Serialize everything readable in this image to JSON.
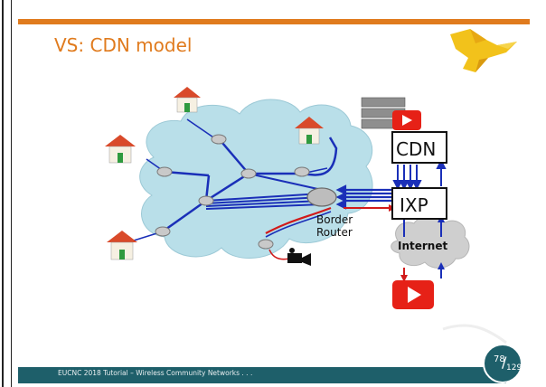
{
  "slide": {
    "title": "VS: CDN model",
    "footer": "EUCNC 2018 Tutorial – Wireless Community Networks . . .",
    "page_current": "78",
    "page_sep": "/",
    "page_total": "129"
  },
  "diagram": {
    "cdn_label": "CDN",
    "ixp_label": "IXP",
    "border_router_label_1": "Border",
    "border_router_label_2": "Router",
    "internet_label": "Internet"
  },
  "colors": {
    "accent": "#e07b1e",
    "footer": "#1e5f6a",
    "link_blue": "#1a2fb8",
    "link_red": "#d11a1a",
    "youtube_red": "#e62117",
    "cloud": "#b9dfe9"
  },
  "icons": [
    "house-icon",
    "router-icon",
    "server-icon",
    "youtube-icon",
    "camera-icon",
    "bird-logo"
  ]
}
